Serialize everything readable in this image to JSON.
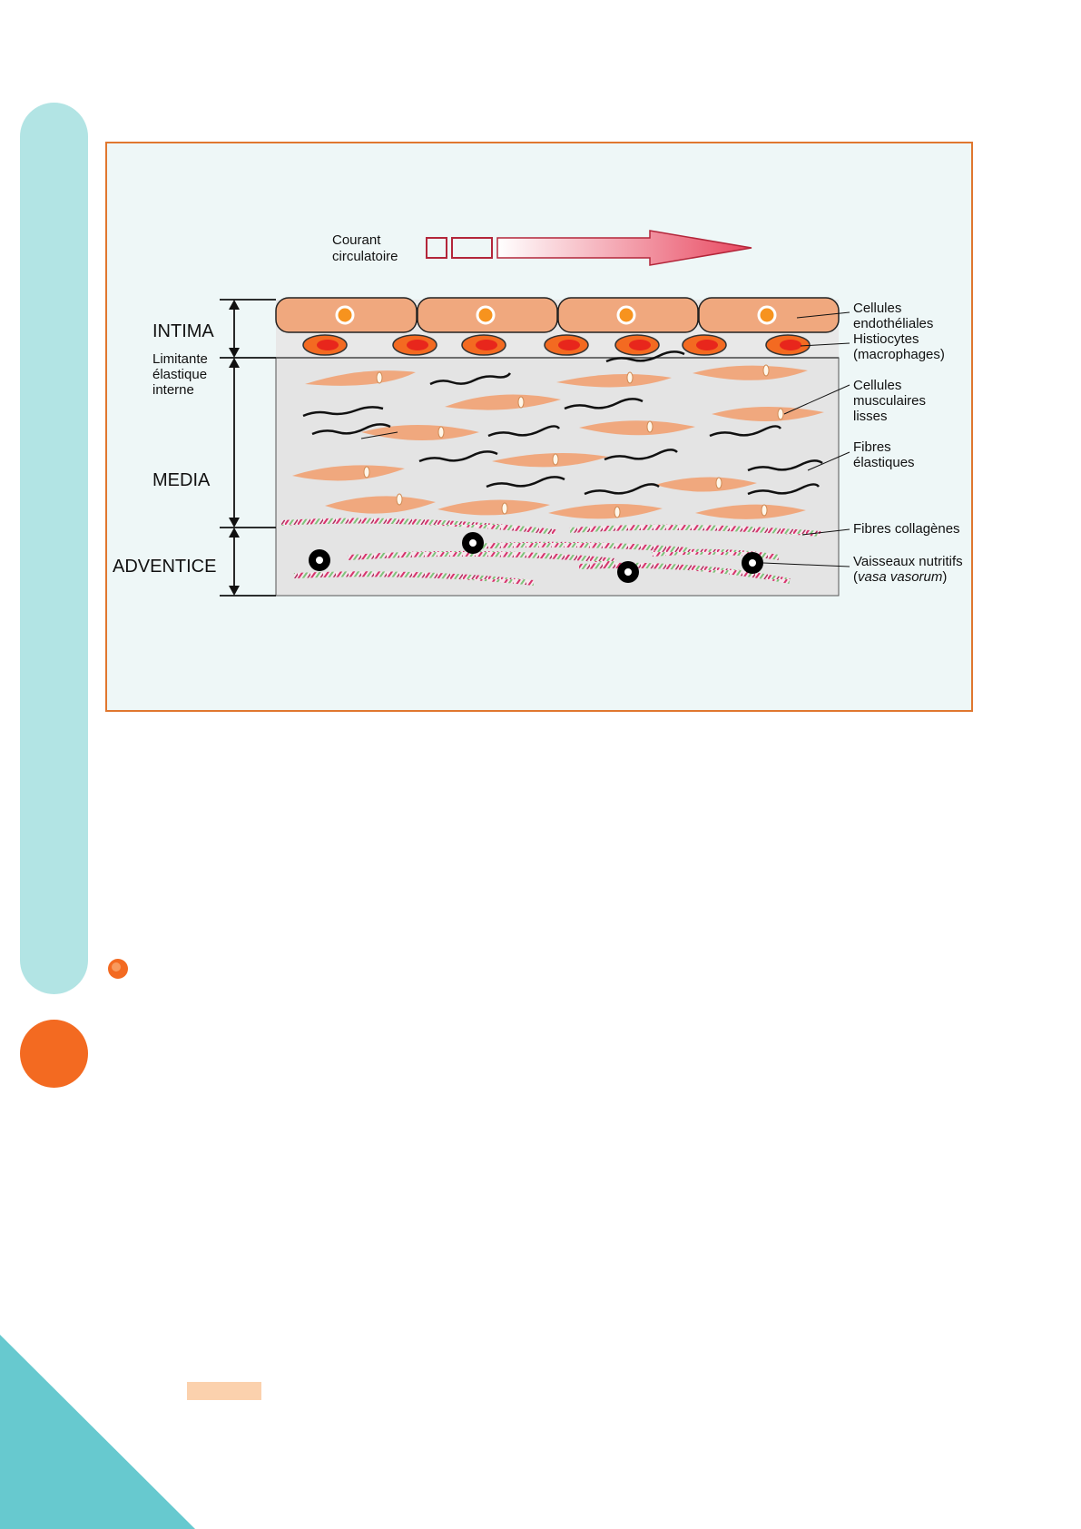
{
  "diagram": {
    "flow_label_line1": "Courant",
    "flow_label_line2": "circulatoire",
    "layers": {
      "intima": "INTIMA",
      "limitante_line1": "Limitante",
      "limitante_line2": "élastique",
      "limitante_line3": "interne",
      "media": "MEDIA",
      "adventice": "ADVENTICE"
    },
    "labels": {
      "endothelial_line1": "Cellules",
      "endothelial_line2": "endothéliales",
      "histiocytes_line1": "Histiocytes",
      "histiocytes_line2": "(macrophages)",
      "smooth_line1": "Cellules",
      "smooth_line2": "musculaires",
      "smooth_line3": "lisses",
      "elastic_line1": "Fibres",
      "elastic_line2": "élastiques",
      "collagen": "Fibres collagènes",
      "vessels_line1": "Vaisseaux nutritifs",
      "vessels_line2_open": "(",
      "vessels_line2_italic": "vasa vasorum",
      "vessels_line2_close": ")"
    }
  },
  "colors": {
    "frame_border": "#e0772f",
    "frame_bg": "#eef7f7",
    "sidebar": "#b2e4e4",
    "accent_orange": "#f36a21",
    "cell_salmon": "#f0a87e",
    "histiocyte_red": "#e8261c",
    "arrow_red": "#e8475f",
    "corner_teal": "#67c9cf"
  }
}
